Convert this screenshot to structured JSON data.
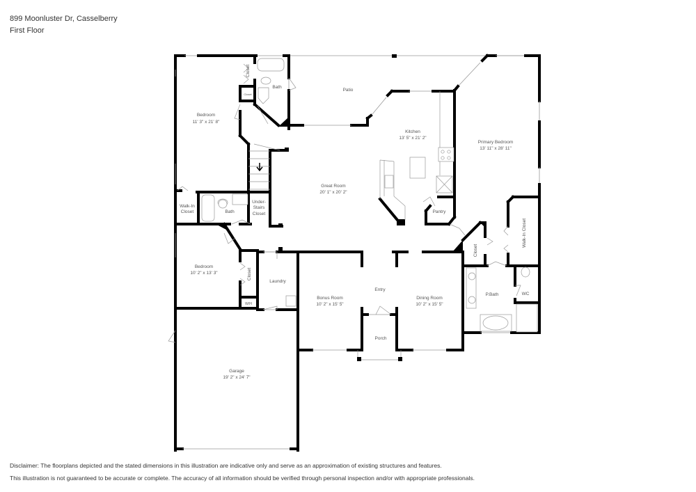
{
  "header": {
    "address": "899 Moonluster Dr, Casselberry",
    "floor": "First Floor"
  },
  "rooms": {
    "bedroom1": {
      "name": "Bedroom",
      "dims": "11' 3\" x 21' 8\""
    },
    "closet_top": {
      "name": "Closet"
    },
    "closet_small": {
      "name": "Closet"
    },
    "bath_top": {
      "name": "Bath"
    },
    "patio": {
      "name": "Patio"
    },
    "kitchen": {
      "name": "Kitchen",
      "dims": "13' 5\" x 21' 2\""
    },
    "primary_bedroom": {
      "name": "Primary Bedroom",
      "dims": "13' 11\" x 28' 11\""
    },
    "great_room": {
      "name": "Great Room",
      "dims": "20' 1\" x 20' 2\""
    },
    "walkin_left": {
      "name1": "Walk-In",
      "name2": "Closet"
    },
    "bath_mid": {
      "name": "Bath"
    },
    "under_stairs": {
      "name1": "Under-",
      "name2": "Stairs",
      "name3": "Closet"
    },
    "pantry": {
      "name": "Pantry"
    },
    "closet_primary": {
      "name": "Closet"
    },
    "walkin_primary": {
      "name": "Walk-In Closet"
    },
    "bedroom2": {
      "name": "Bedroom",
      "dims": "10' 2\" x 13' 3\""
    },
    "closet_bed2": {
      "name": "Closet"
    },
    "laundry": {
      "name": "Laundry"
    },
    "wh": {
      "name": "W/H"
    },
    "entry": {
      "name": "Entry"
    },
    "bonus_room": {
      "name": "Bonus Room",
      "dims": "10' 2\" x 15' 5\""
    },
    "dining_room": {
      "name": "Dining Room",
      "dims": "10' 2\" x 15' 5\""
    },
    "pbath": {
      "name": "P.Bath"
    },
    "wc": {
      "name": "WC"
    },
    "porch": {
      "name": "Porch"
    },
    "garage": {
      "name": "Garage",
      "dims": "19' 2\" x 24' 7\""
    }
  },
  "disclaimer": {
    "line1": "Disclaimer: The floorplans depicted and the stated dimensions in this illustration are indicative only and serve as an approximation of existing structures and features.",
    "line2": "This illustration is not guaranteed to be accurate or complete. The accuracy of all information should be verified through personal inspection and/or with appropriate professionals."
  }
}
